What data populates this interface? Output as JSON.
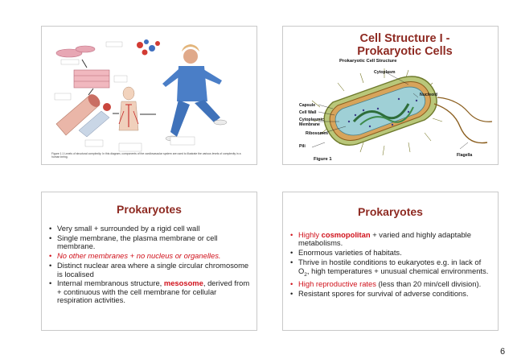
{
  "slide1": {
    "caption": "Figure 1.1  Levels of structural complexity. In this diagram, components of the cardiovascular system are used to illustrate the various levels of complexity in a human being."
  },
  "slide2": {
    "title_line1": "Cell Structure I -",
    "title_line2": "Prokaryotic Cells",
    "figure_title": "Prokaryotic Cell Structure",
    "labels": {
      "cytoplasm": "Cytoplasm",
      "nucleoid": "Nucleoid",
      "capsule": "Capsule",
      "cell_wall": "Cell Wall",
      "membrane": "Cytoplasmic\nMembrane",
      "ribosomes": "Ribosomes",
      "pili": "Pili",
      "flagella": "Flagella",
      "figure": "Figure 1"
    }
  },
  "slide3": {
    "title": "Prokaryotes",
    "bullet": "•",
    "items": [
      "Very small + surrounded by a rigid cell wall",
      "Single membrane, the plasma membrane or cell membrane.",
      "No other membranes + no nucleus or organelles.",
      "Distinct nuclear area where a single circular chromosome is localised",
      "Internal membranous structure, ",
      "mesosome",
      ", derived from + continuous with the cell membrane for cellular respiration activities."
    ]
  },
  "slide4": {
    "title": "Prokaryotes",
    "bullet": "•",
    "item1_a": "Highly ",
    "item1_b": "cosmopolitan",
    "item1_c": " + varied and highly adaptable metabolisms.",
    "item2": "Enormous varieties of habitats.",
    "item3_a": "Thrive in hostile conditions to eukaryotes e.g. in lack of O",
    "item3_sub": "2",
    "item3_b": ", high temperatures + unusual chemical environments.",
    "item4_a": "High reproductive rates",
    "item4_b": " (less than 20 min/cell division).",
    "item5": "Resistant spores for survival of adverse conditions."
  },
  "page_number": "6"
}
